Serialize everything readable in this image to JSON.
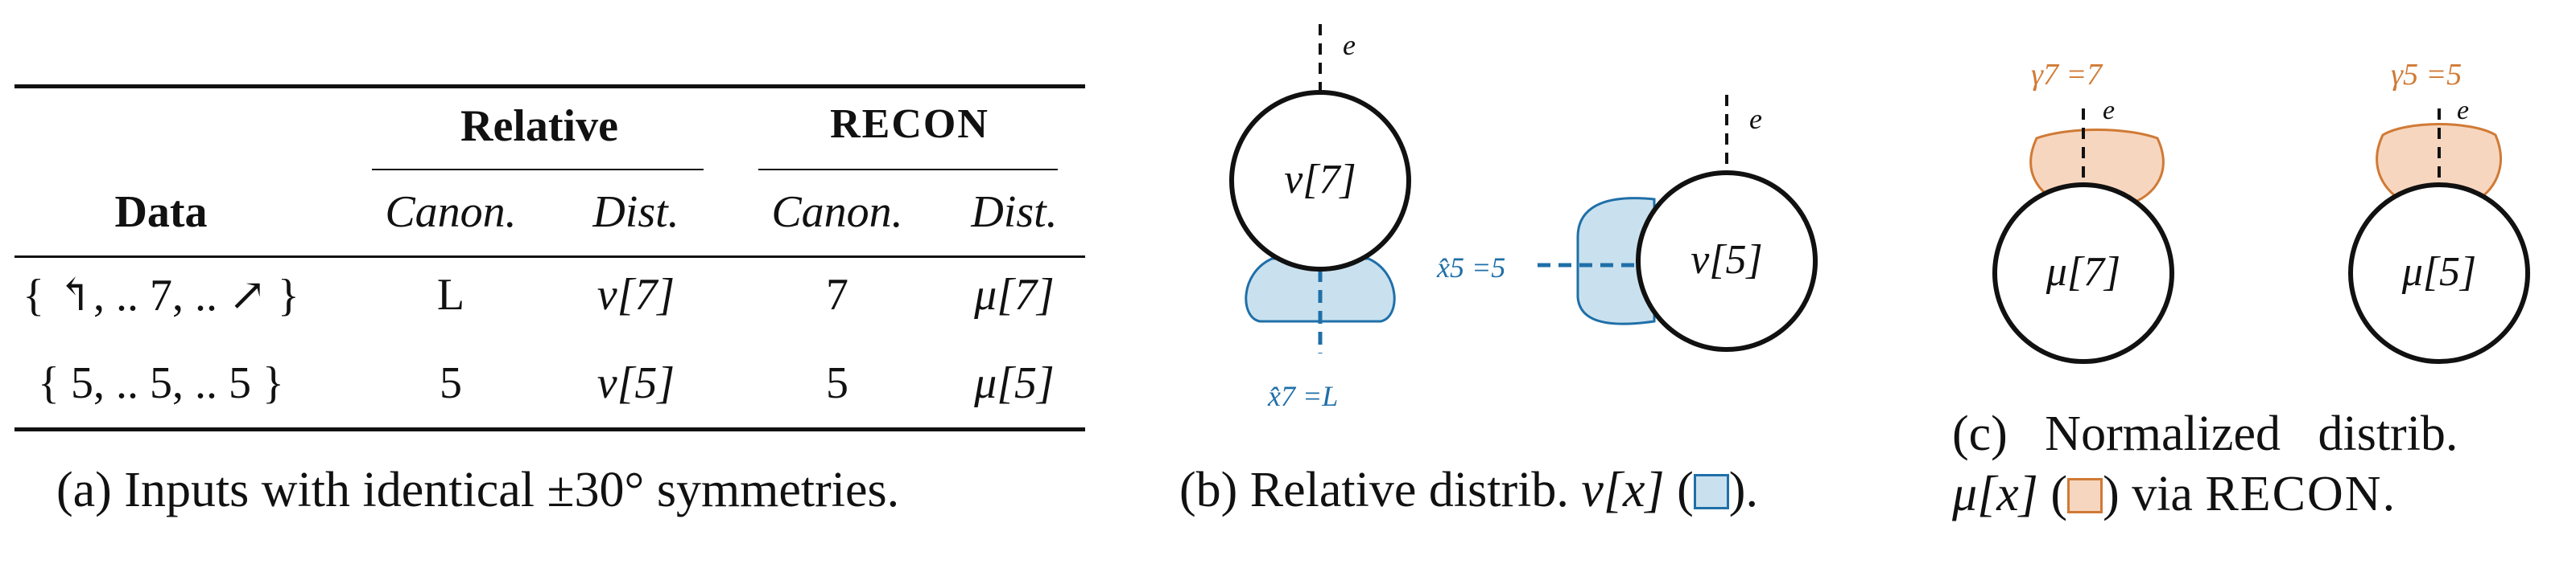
{
  "table": {
    "group_relative": "Relative",
    "group_recon": "RECON",
    "col_data": "Data",
    "col_canon_rel": "Canon.",
    "col_dist_rel": "Dist.",
    "col_canon_recon": "Canon.",
    "col_dist_recon": "Dist.",
    "rows": [
      {
        "data": "{ ↰, .. 7, .. ↗ }",
        "canon_rel": "L",
        "dist_rel": "ν[7]",
        "canon_recon": "7",
        "dist_recon": "μ[7]"
      },
      {
        "data": "{ 5, .. 5, .. 5 }",
        "canon_rel": "5",
        "dist_rel": "ν[5]",
        "canon_recon": "5",
        "dist_recon": "μ[5]"
      }
    ]
  },
  "captions": {
    "a": "(a) Inputs with identical ±30° symmetries.",
    "b_prefix": "(b) Relative distrib.",
    "b_sym": "ν[x]",
    "b_suffix": ").",
    "c_line1": "(c)   Normalized   distrib.",
    "c_sym": "μ[x]",
    "c_suffix": ") via",
    "c_recon": "RECON."
  },
  "panel_b": {
    "node1": "ν[7]",
    "node2": "ν[5]",
    "e_label": "e",
    "label_x7": "x̂7 =L",
    "label_x5": "x̂5 =5"
  },
  "panel_c": {
    "node1": "μ[7]",
    "node2": "μ[5]",
    "e_label": "e",
    "label_g7": "γ7 =7",
    "label_g5": "γ5 =5"
  },
  "colors": {
    "blue_stroke": "#1f6fa8",
    "blue_fill": "#c9e1ef",
    "orange_stroke": "#d07a35",
    "orange_fill": "#f7d6bf"
  }
}
